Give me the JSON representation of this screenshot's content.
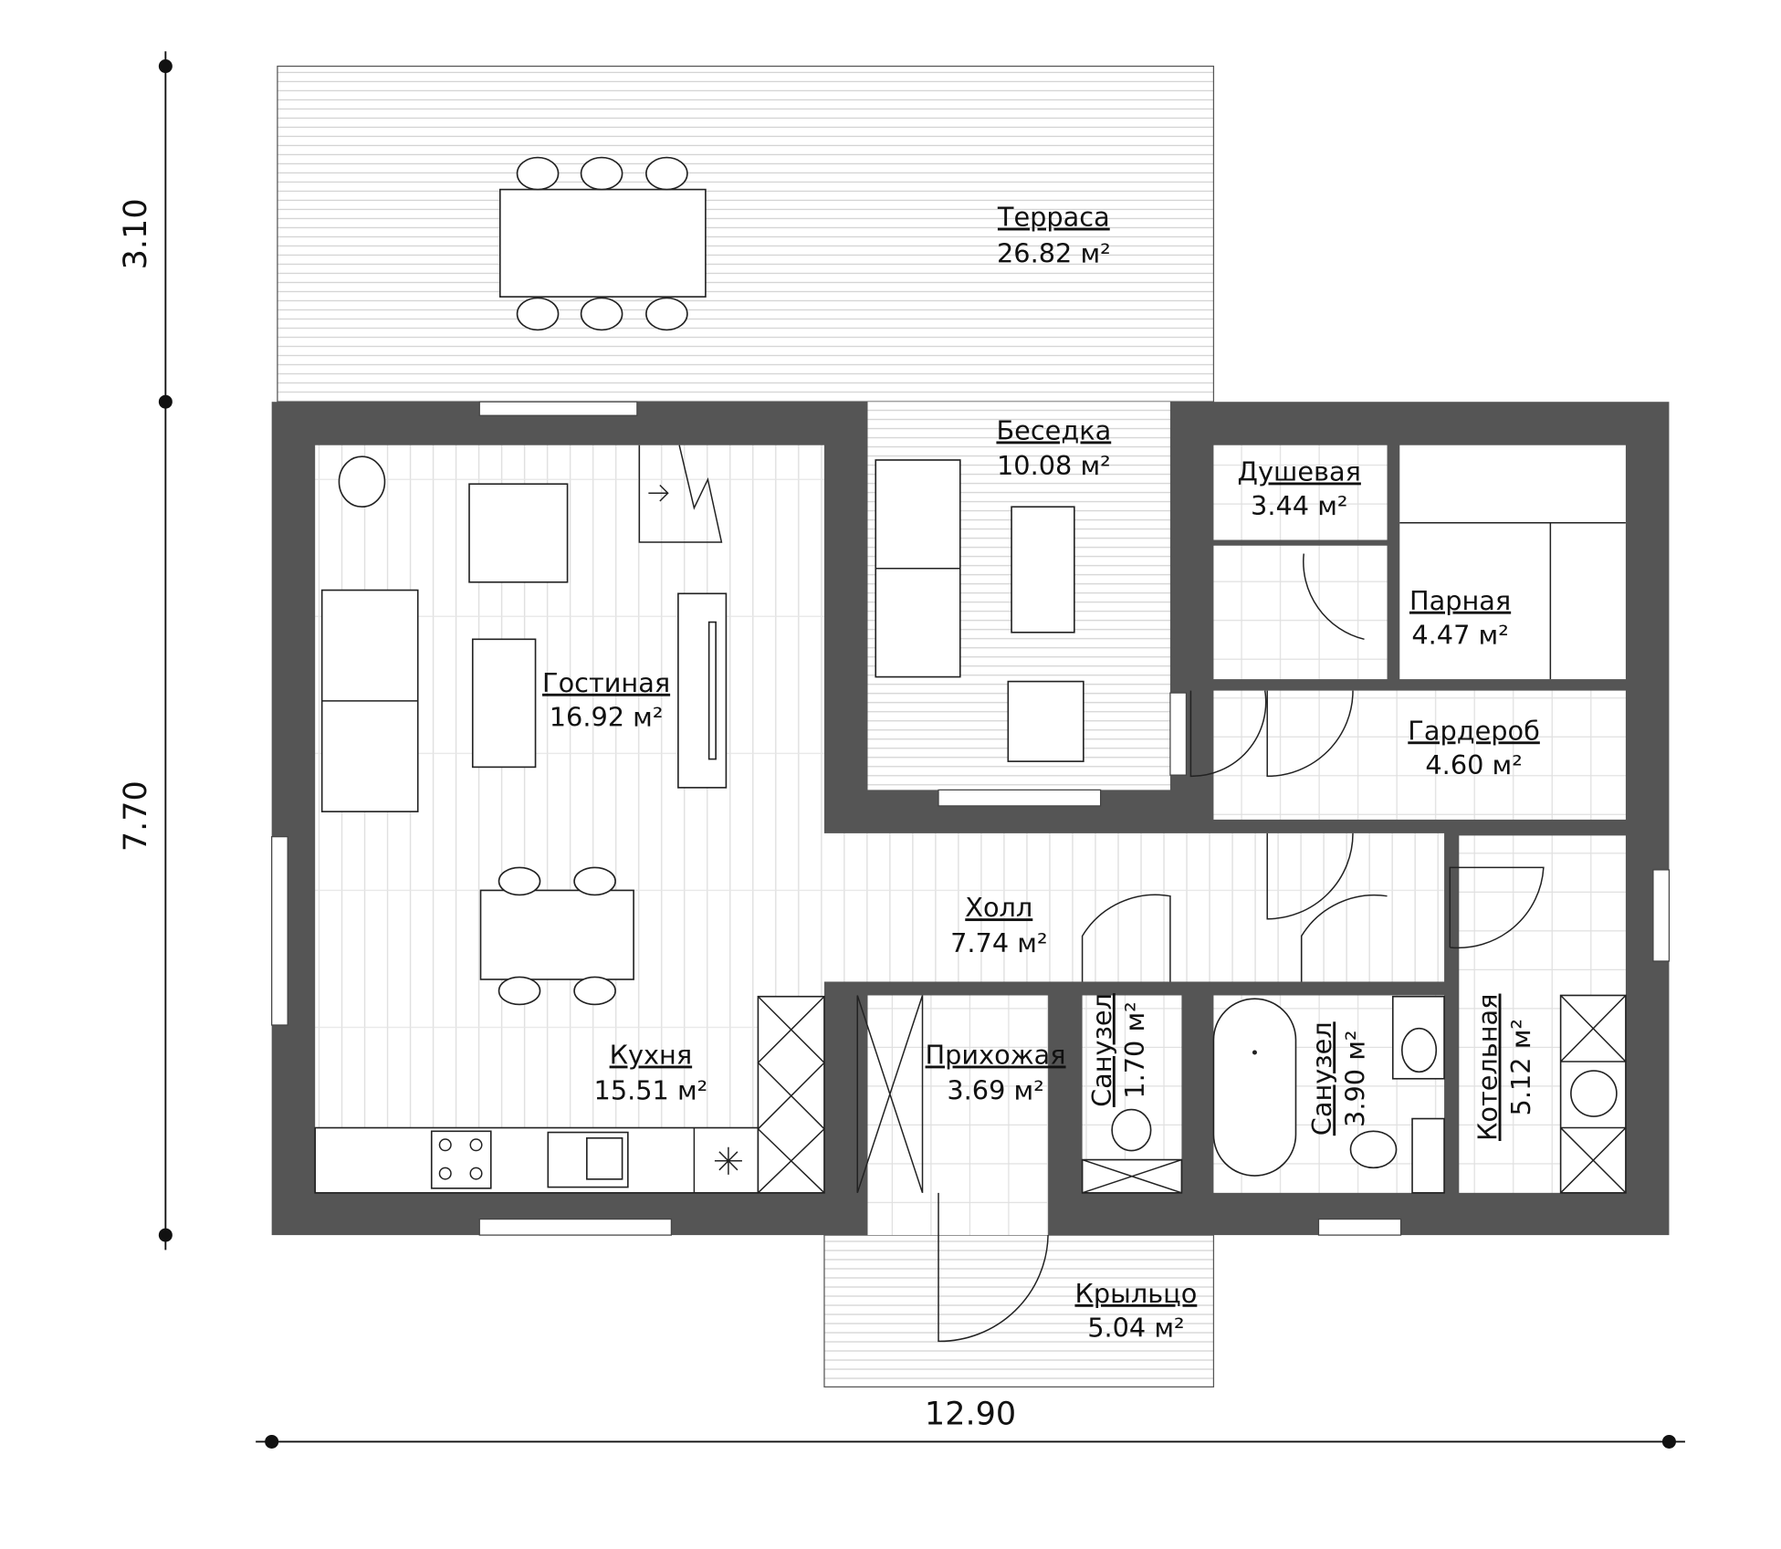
{
  "dimensions": {
    "terrace_depth": "3.10",
    "house_depth": "7.70",
    "house_width": "12.90"
  },
  "rooms": {
    "terrace": {
      "name": "Терраса",
      "area": "26.82 м²"
    },
    "gazebo": {
      "name": "Беседка",
      "area": "10.08 м²"
    },
    "shower": {
      "name": "Душевая",
      "area": "3.44 м²"
    },
    "sauna": {
      "name": "Парная",
      "area": "4.47 м²"
    },
    "wardrobe": {
      "name": "Гардероб",
      "area": "4.60 м²"
    },
    "living": {
      "name": "Гостиная",
      "area": "16.92 м²"
    },
    "hall": {
      "name": "Холл",
      "area": "7.74 м²"
    },
    "kitchen": {
      "name": "Кухня",
      "area": "15.51 м²"
    },
    "entry": {
      "name": "Прихожая",
      "area": "3.69 м²"
    },
    "wc1": {
      "name": "Санузел",
      "area": "1.70 м²"
    },
    "wc2": {
      "name": "Санузел",
      "area": "3.90 м²"
    },
    "boiler": {
      "name": "Котельная",
      "area": "5.12 м²"
    },
    "porch": {
      "name": "Крыльцо",
      "area": "5.04 м²"
    }
  }
}
